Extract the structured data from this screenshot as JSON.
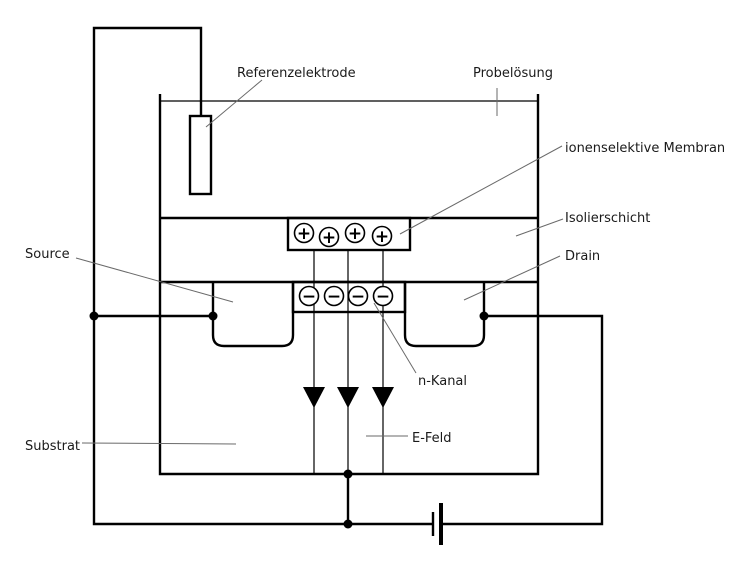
{
  "labels": {
    "referenzelektrode": "Referenzelektrode",
    "probeloesung": "Probelösung",
    "membran": "ionenselektive Membran",
    "isolierschicht": "Isolierschicht",
    "source": "Source",
    "drain": "Drain",
    "nkanal": "n-Kanal",
    "substrat": "Substrat",
    "efeld": "E-Feld"
  },
  "symbols": {
    "plus": "+",
    "minus": "−"
  }
}
